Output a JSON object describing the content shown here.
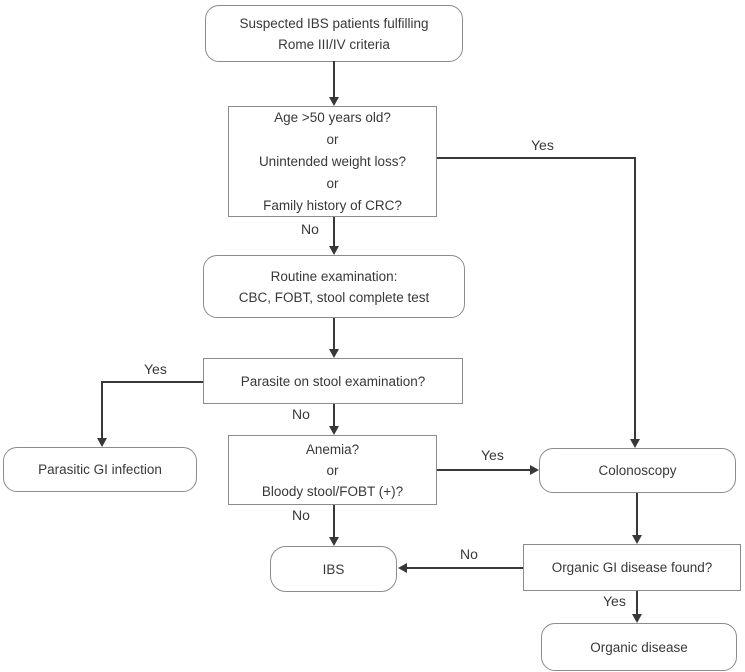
{
  "diagram": {
    "nodes": {
      "suspected": {
        "lines": [
          "Suspected IBS patients fulfilling",
          "Rome III/IV criteria"
        ]
      },
      "age": {
        "lines": [
          "Age >50 years old?",
          "or",
          "Unintended weight loss?",
          "or",
          "Family history of CRC?"
        ]
      },
      "routine": {
        "lines": [
          "Routine examination:",
          "CBC, FOBT, stool complete test"
        ]
      },
      "parasite": {
        "lines": [
          "Parasite on stool examination?"
        ]
      },
      "parasitic_gi": {
        "lines": [
          "Parasitic GI infection"
        ]
      },
      "anemia": {
        "lines": [
          "Anemia?",
          "or",
          "Bloody stool/FOBT (+)?"
        ]
      },
      "colonoscopy": {
        "lines": [
          "Colonoscopy"
        ]
      },
      "ibs": {
        "lines": [
          "IBS"
        ]
      },
      "organic_found": {
        "lines": [
          "Organic GI disease found?"
        ]
      },
      "organic_disease": {
        "lines": [
          "Organic disease"
        ]
      }
    },
    "edge_labels": {
      "age_yes": "Yes",
      "age_no": "No",
      "parasite_yes": "Yes",
      "parasite_no": "No",
      "anemia_yes": "Yes",
      "anemia_no": "No",
      "organic_no": "No",
      "organic_yes": "Yes"
    },
    "colors": {
      "box_border": "#8c8c8c",
      "line": "#383838",
      "text": "#383838",
      "background": "#ffffff"
    }
  }
}
